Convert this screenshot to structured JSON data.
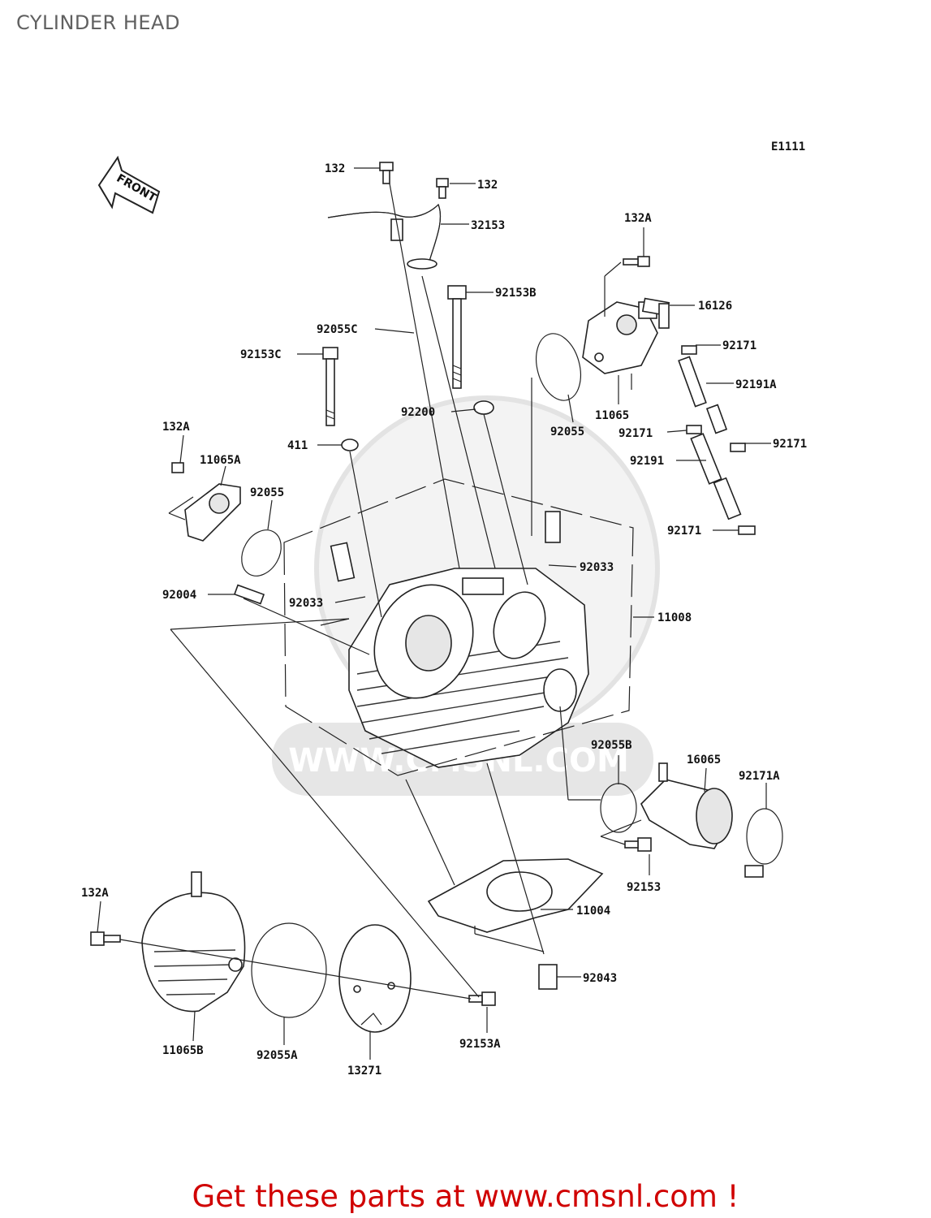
{
  "title": "CYLINDER HEAD",
  "front_label": "FRONT",
  "diagram_code": "E1111",
  "watermark": "WWW.CMSNL.COM",
  "promo_text": "Get these parts at www.cmsnl.com !",
  "colors": {
    "promo": "#d00000",
    "title": "#606060",
    "watermark": "#dddddd"
  },
  "callouts": [
    "132",
    "132",
    "32153",
    "132A",
    "16126",
    "92153B",
    "92055C",
    "92171",
    "92153C",
    "92191A",
    "11065",
    "92200",
    "92055",
    "92171",
    "92171",
    "132A",
    "11065A",
    "411",
    "92191",
    "92055",
    "92171",
    "92033",
    "92004",
    "92033",
    "11008",
    "92055B",
    "16065",
    "92171A",
    "92153",
    "132A",
    "11004",
    "92043",
    "11065B",
    "92055A",
    "13271",
    "92153A"
  ]
}
